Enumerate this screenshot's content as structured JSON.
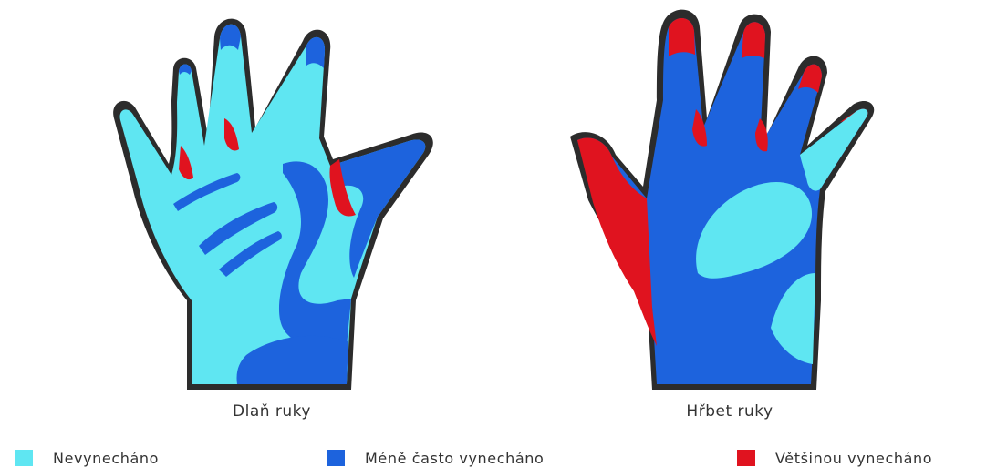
{
  "diagram": {
    "hands": [
      {
        "caption": "Dlaň ruky"
      },
      {
        "caption": "Hřbet ruky"
      }
    ],
    "legend": [
      {
        "label": "Nevynecháno",
        "color": "#5fe6f2"
      },
      {
        "label": "Méně často vynecháno",
        "color": "#1d63dd"
      },
      {
        "label": "Většinou vynecháno",
        "color": "#e0131f"
      }
    ],
    "colors": {
      "outline": "#2c2c2c",
      "light": "#5fe6f2",
      "medium": "#1d63dd",
      "red": "#e0131f"
    }
  }
}
